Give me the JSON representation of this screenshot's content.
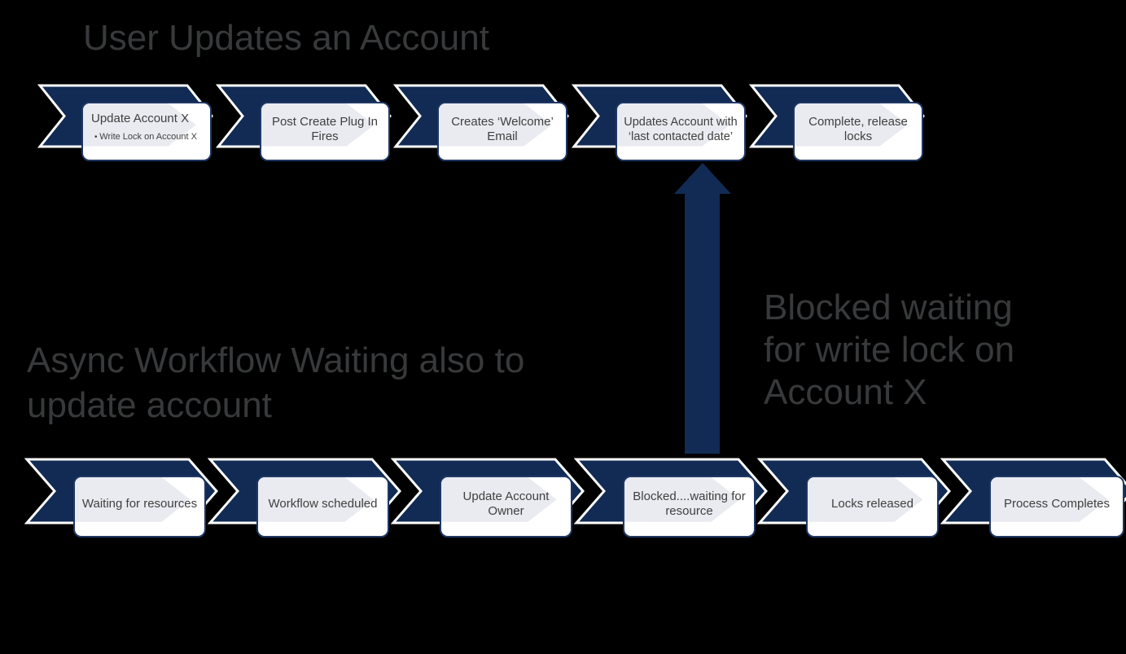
{
  "colors": {
    "background": "#000000",
    "chevron_navy": "#112B54",
    "box_border_navy": "#1F3864",
    "box_fill": "#FFFFFF",
    "box_watermark_gray": "#E9EBF1",
    "title_gray": "#37393B",
    "step_text_gray": "#404040"
  },
  "titles": {
    "top": "User Updates an Account",
    "middle": "Async Workflow Waiting also to\nupdate account",
    "blocked": "Blocked waiting\nfor write lock on\nAccount X"
  },
  "top_flow": {
    "steps": [
      {
        "label": "Update Account X",
        "bullet": "Write  Lock on Account  X"
      },
      {
        "label": "Post Create Plug In Fires"
      },
      {
        "label": "Creates ‘Welcome’ Email"
      },
      {
        "label": "Updates Account with ‘last contacted date’"
      },
      {
        "label": "Complete, release locks"
      }
    ]
  },
  "bottom_flow": {
    "steps": [
      {
        "label": "Waiting for resources"
      },
      {
        "label": "Workflow scheduled"
      },
      {
        "label": "Update Account Owner"
      },
      {
        "label": "Blocked....waiting for resource"
      },
      {
        "label": "Locks released"
      },
      {
        "label": "Process Completes"
      }
    ]
  }
}
